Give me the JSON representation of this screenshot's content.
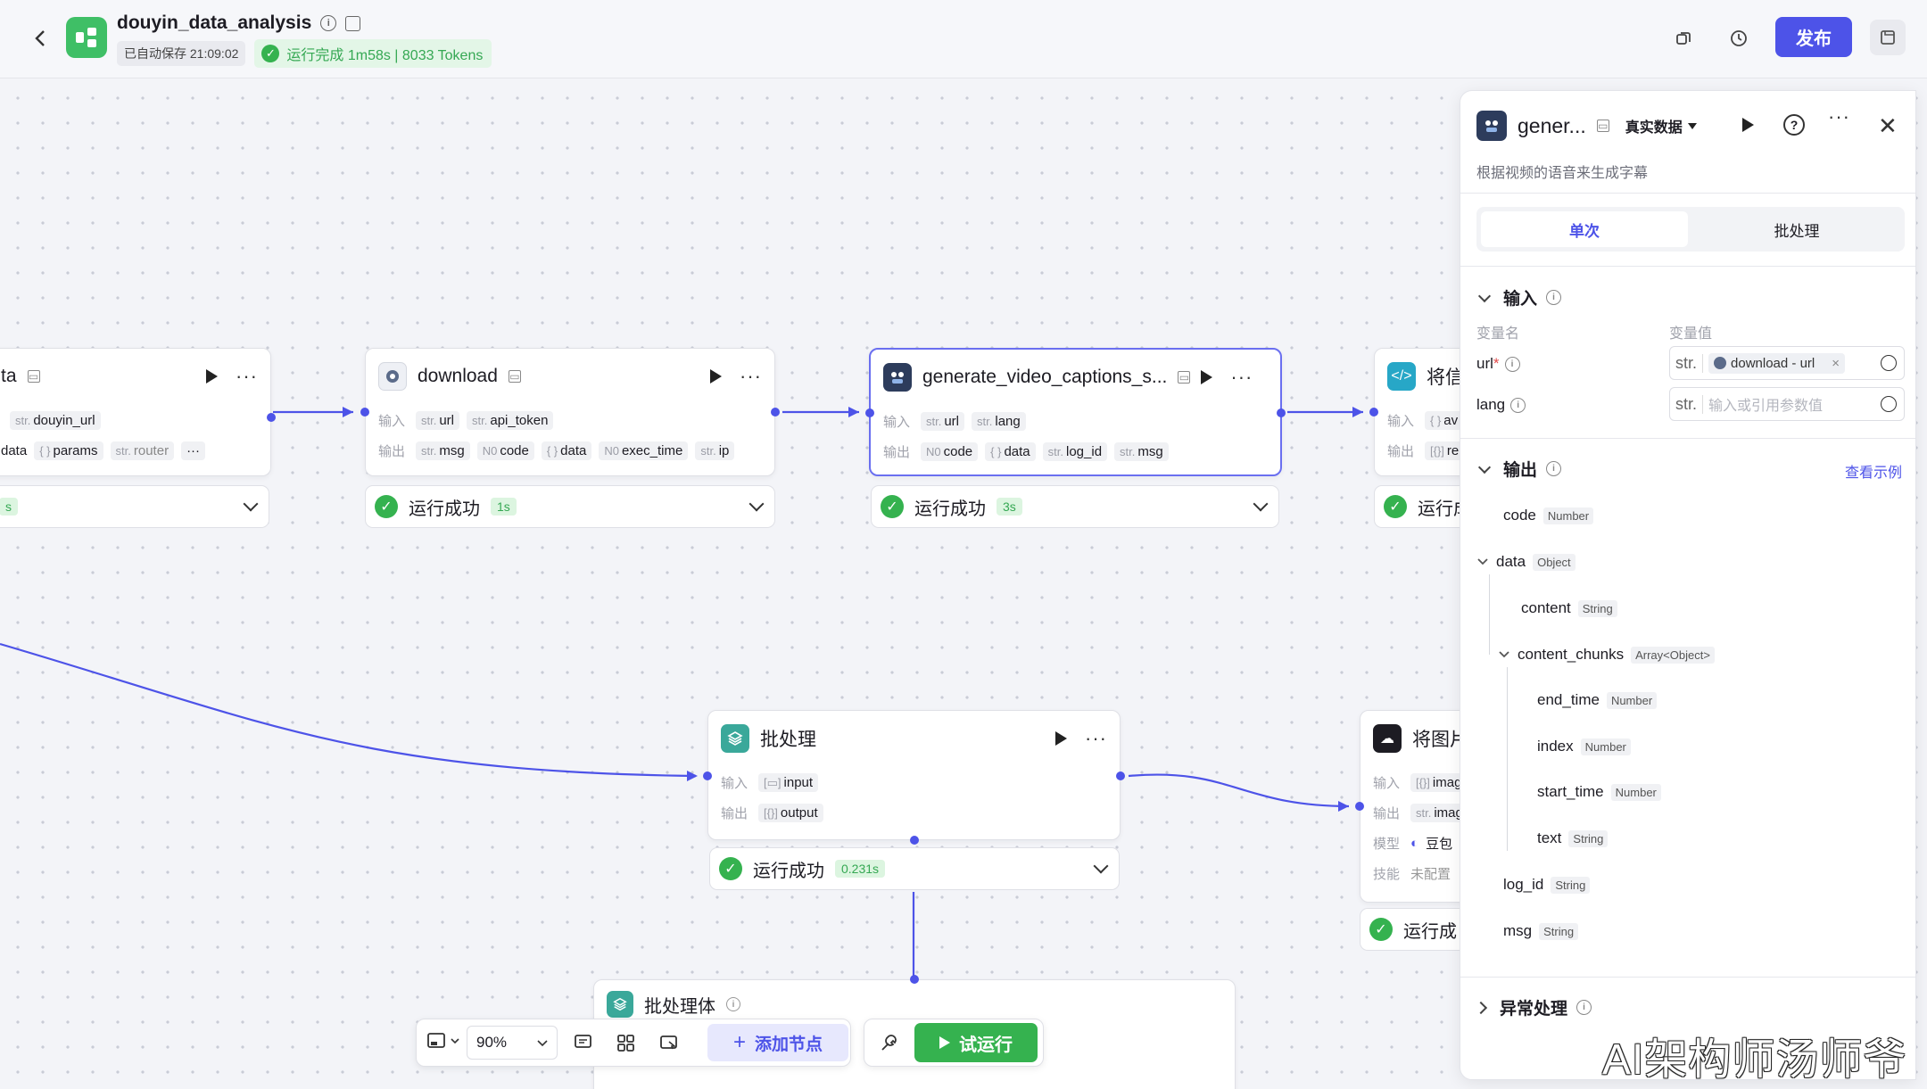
{
  "header": {
    "title": "douyin_data_analysis",
    "autosave": "已自动保存 21:09:02",
    "run_status": "运行完成 1m58s | 8033 Tokens",
    "publish_label": "发布"
  },
  "nodes": {
    "left_partial": {
      "title": "ta",
      "in1": "douyin_url",
      "out1": "data",
      "out2": "params",
      "out3": "router",
      "status_time": "s"
    },
    "download": {
      "title": "download",
      "in_label": "输入",
      "out_label": "输出",
      "inputs": [
        "url",
        "api_token"
      ],
      "outputs": [
        "msg",
        "code",
        "data",
        "exec_time",
        "ip"
      ],
      "status": "运行成功",
      "time": "1s"
    },
    "captions": {
      "title": "generate_video_captions_s...",
      "inputs": [
        "url",
        "lang"
      ],
      "outputs": [
        "code",
        "data",
        "log_id",
        "msg"
      ],
      "status": "运行成功",
      "time": "3s"
    },
    "right_partial": {
      "title": "将信",
      "in1": "av",
      "out1": "re",
      "status": "运行成"
    },
    "batch": {
      "title": "批处理",
      "input": "input",
      "output": "output",
      "status": "运行成功",
      "time": "0.231s"
    },
    "image_partial": {
      "title": "将图片",
      "in1": "imag",
      "out1": "imag",
      "model_label": "模型",
      "model": "豆包",
      "skill_label": "技能",
      "skill": "未配置",
      "status": "运行成"
    },
    "batch_body": {
      "title": "批处理体"
    }
  },
  "labels": {
    "input": "输入",
    "output": "输出"
  },
  "panel": {
    "title": "gener...",
    "data_mode": "真实数据",
    "description": "根据视频的语音来生成字幕",
    "tabs": [
      "单次",
      "批处理"
    ],
    "input_section": "输入",
    "col_name": "变量名",
    "col_value": "变量值",
    "params": [
      {
        "name": "url",
        "required": "*",
        "value": "download - url",
        "type": "str."
      },
      {
        "name": "lang",
        "placeholder": "输入或引用参数值",
        "type": "str."
      }
    ],
    "output_section": "输出",
    "view_example": "查看示例",
    "outputs": [
      {
        "name": "code",
        "type": "Number"
      },
      {
        "name": "data",
        "type": "Object"
      },
      {
        "name": "content",
        "type": "String"
      },
      {
        "name": "content_chunks",
        "type": "Array<Object>"
      },
      {
        "name": "end_time",
        "type": "Number"
      },
      {
        "name": "index",
        "type": "Number"
      },
      {
        "name": "start_time",
        "type": "Number"
      },
      {
        "name": "text",
        "type": "String"
      },
      {
        "name": "log_id",
        "type": "String"
      },
      {
        "name": "msg",
        "type": "String"
      }
    ],
    "exception_section": "异常处理"
  },
  "toolbar": {
    "zoom": "90%",
    "add_node": "添加节点",
    "test_run": "试运行"
  },
  "watermark": "AI架构师汤师爷",
  "colors": {
    "accent": "#4d53e8",
    "success": "#35b24f"
  }
}
